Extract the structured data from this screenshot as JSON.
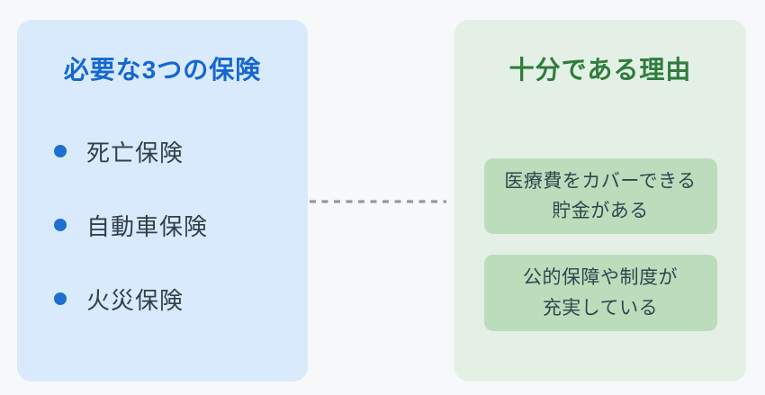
{
  "canvas": {
    "background": "#f7f8fa"
  },
  "left_panel": {
    "title": "必要な3つの保険",
    "title_color": "#1567d2",
    "background": "#d9eafc",
    "bullet_color": "#1e6fd1",
    "items": [
      {
        "label": "死亡保険"
      },
      {
        "label": "自動車保険"
      },
      {
        "label": "火災保険"
      }
    ]
  },
  "connector": {
    "type": "dashed-line",
    "color": "#8e9aa4"
  },
  "right_panel": {
    "title": "十分である理由",
    "title_color": "#2e7d3c",
    "background": "#e4f0e5",
    "reason_box_background": "#bbddbc",
    "reasons": [
      {
        "text": "医療費をカバーできる\n貯金がある"
      },
      {
        "text": "公的保障や制度が\n充実している"
      }
    ]
  }
}
